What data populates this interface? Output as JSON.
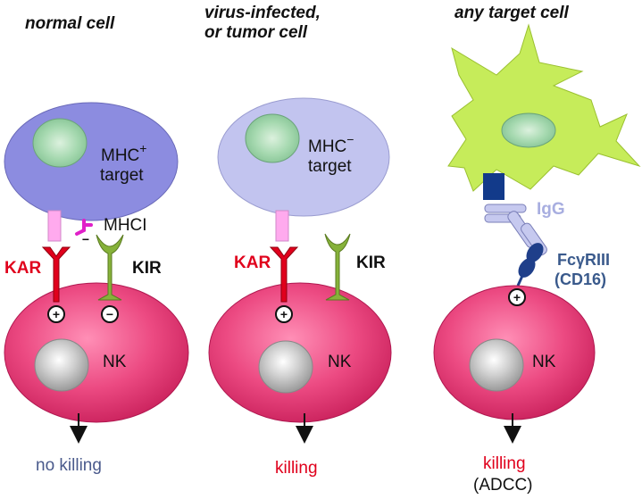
{
  "panels": [
    {
      "heading": [
        "normal cell"
      ],
      "target_label": "MHC",
      "target_sup": "+",
      "target_word": "target",
      "mhc_label": "MHCI",
      "kar_label": "KAR",
      "kir_label": "KIR",
      "nk_label": "NK",
      "kar_sign": "+",
      "kir_sign": "−",
      "mhc_sign": "−",
      "outcome": [
        "no killing"
      ]
    },
    {
      "heading": [
        "virus-infected,",
        "or tumor cell"
      ],
      "target_label": "MHC",
      "target_sup": "−",
      "target_word": "target",
      "kar_label": "KAR",
      "kir_label": "KIR",
      "nk_label": "NK",
      "kar_sign": "+",
      "outcome": [
        "killing"
      ]
    },
    {
      "heading": [
        "any target cell"
      ],
      "igg_label": "IgG",
      "fc_label": [
        "FcγRIII",
        "(CD16)"
      ],
      "nk_label": "NK",
      "nk_sign": "+",
      "outcome": [
        "killing",
        "(ADCC)"
      ]
    }
  ],
  "colors": {
    "target_normal": "#8c8ce0",
    "target_infected": "#c2c4ef",
    "target_any": "#c6ec5a",
    "nucleus_green": "#a6d9b0",
    "nk_pink": "#e83e78",
    "kar_red": "#e0001c",
    "kir_green": "#86b23a",
    "mhc_magenta": "#e020c8",
    "stalk_pink": "#ffaaee",
    "igg_lavender": "#a8aee0",
    "fc_navy": "#1f3f8a",
    "anchor_blue": "#123a8a",
    "label_red": "#e0001c",
    "label_blue_gray": "#4a5a8c",
    "outcome_blue": "#4a5a8c",
    "fc_label": "#3a5a8c",
    "igg_label": "#a8aee0"
  }
}
